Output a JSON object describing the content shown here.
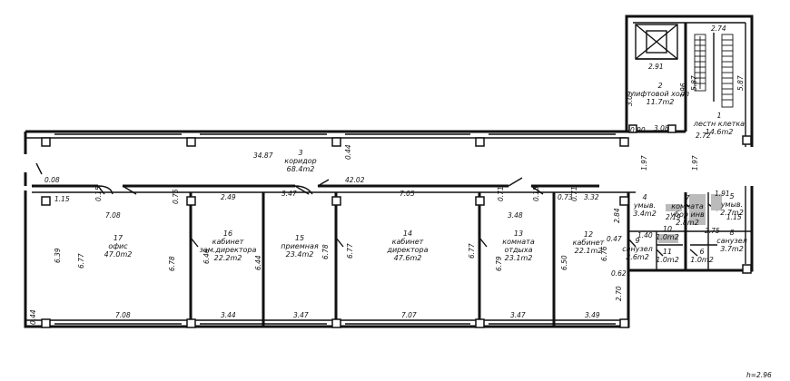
{
  "rooms": {
    "r1": {
      "number": "1",
      "name": "лестн клетка",
      "area": "14.6m2"
    },
    "r2": {
      "number": "2",
      "name": "лифтовой холл",
      "area": "11.7m2"
    },
    "r3": {
      "number": "3",
      "name": "коридор",
      "area": "68.4m2"
    },
    "r4": {
      "number": "4",
      "name": "умыв.",
      "area": "3.4m2"
    },
    "r5": {
      "number": "5",
      "name": "умыв.",
      "area": "2.7m2"
    },
    "r6": {
      "number": "6",
      "area": "1.0m2"
    },
    "r7": {
      "number": "7",
      "name": "комната убор инв",
      "area": "2.8m2"
    },
    "r8": {
      "number": "8",
      "name": "санузел",
      "area": "3.7m2"
    },
    "r9": {
      "number": "9",
      "name": "санузел",
      "area": "2.6m2"
    },
    "r10": {
      "number": "10",
      "area": "1.0m2"
    },
    "r11": {
      "number": "11",
      "area": "1.0m2"
    },
    "r12": {
      "number": "12",
      "name": "кабинет",
      "area": "22.1m2"
    },
    "r13": {
      "number": "13",
      "name": "комната отдыха",
      "area": "23.1m2"
    },
    "r14": {
      "number": "14",
      "name": "кабинет директора",
      "area": "47.6m2"
    },
    "r15": {
      "number": "15",
      "name": "приемная",
      "area": "23.4m2"
    },
    "r16": {
      "number": "16",
      "name": "кабинет зам.директора",
      "area": "22.2m2"
    },
    "r17": {
      "number": "17",
      "name": "офис",
      "area": "47.0m2"
    }
  },
  "dimensions": {
    "d_2_74": "2.74",
    "d_2_91": "2.91",
    "d_3_09": "3.09",
    "d_3_96": "3.96",
    "d_5_87": "5.87",
    "d_5_87b": "5.87",
    "d_0_90": "0.90",
    "d_3_08": "3.08",
    "d_2_72": "2.72",
    "d_34_87": "34.87",
    "d_0_44a": "0.44",
    "d_1_97a": "1.97",
    "d_1_97b": "1.97",
    "d_0_08": "0.08",
    "d_1_15a": "1.15",
    "d_0_15": "0.15",
    "d_0_75": "0.75",
    "d_2_49": "2.49",
    "d_3_47a": "3.47",
    "d_42_02": "42.02",
    "d_7_05": "7.05",
    "d_0_71a": "0.71",
    "d_0_15b": "0.15",
    "d_0_73": "0.73",
    "d_0_71b": "0.71",
    "d_3_32": "3.32",
    "d_7_08a": "7.08",
    "d_3_48": "3.48",
    "d_2_84": "2.84",
    "d_6_39": "6.39",
    "d_6_77a": "6.77",
    "d_6_78a": "6.78",
    "d_6_46": "6.46",
    "d_6_44": "6.44",
    "d_6_78b": "6.78",
    "d_6_77b": "6.77",
    "d_6_77c": "6.77",
    "d_6_79": "6.79",
    "d_6_50": "6.50",
    "d_6_76": "6.76",
    "d_0_47": "0.47",
    "d_0_62": "0.62",
    "d_2_70": "2.70",
    "d_1_40": "1.40",
    "d_2_19": "2.19",
    "d_2_75": "2.75",
    "d_1_91": "1.91",
    "d_1_15b": "1.15",
    "d_0_44b": "0.44",
    "d_7_08b": "7.08",
    "d_3_44": "3.44",
    "d_3_47b": "3.47",
    "d_7_07": "7.07",
    "d_3_47c": "3.47",
    "d_3_49": "3.49"
  },
  "height_note": "h=2.96"
}
